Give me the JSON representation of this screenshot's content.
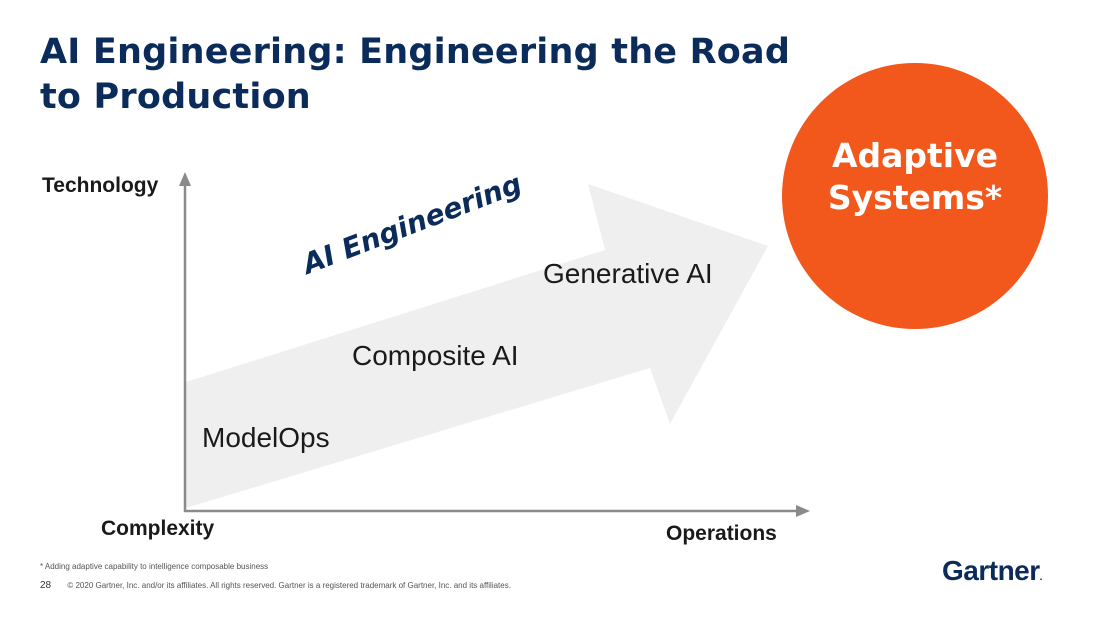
{
  "slide": {
    "title": "AI Engineering: Engineering the Road to Production",
    "axes": {
      "y_label": "Technology",
      "origin_label": "Complexity",
      "x_label": "Operations"
    },
    "arrow_label": "AI Engineering",
    "stages": [
      "ModelOps",
      "Composite AI",
      "Generative AI"
    ],
    "goal": {
      "line1": "Adaptive",
      "line2": "Systems*",
      "color": "#f2581c"
    },
    "footnote": "* Adding adaptive capability to intelligence composable business",
    "page_number": "28",
    "copyright": "© 2020 Gartner, Inc. and/or its affiliates. All rights reserved. Gartner is a registered trademark of Gartner, Inc. and its affiliates.",
    "logo": "Gartner",
    "colors": {
      "title": "#0b2b5b",
      "arrow_fill": "#efefef"
    }
  }
}
